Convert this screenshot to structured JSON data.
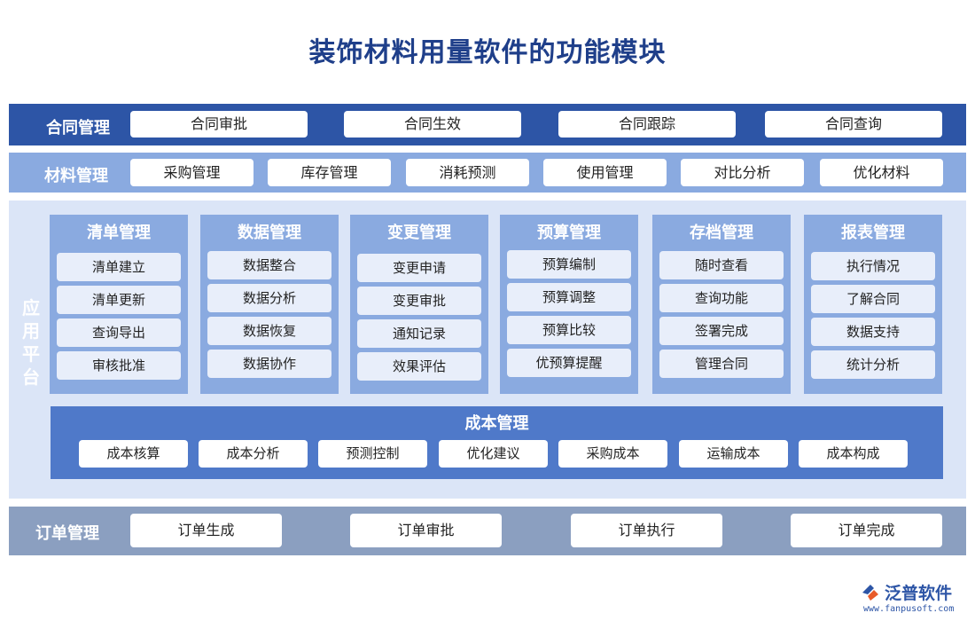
{
  "title": "装饰材料用量软件的功能模块",
  "contract": {
    "label": "合同管理",
    "items": [
      "合同审批",
      "合同生效",
      "合同跟踪",
      "合同查询"
    ]
  },
  "material": {
    "label": "材料管理",
    "items": [
      "采购管理",
      "库存管理",
      "消耗预测",
      "使用管理",
      "对比分析",
      "优化材料"
    ]
  },
  "platform": {
    "label": "应用平台",
    "label_chars": [
      "应",
      "用",
      "平",
      "台"
    ],
    "modules": [
      {
        "title": "清单管理",
        "items": [
          "清单建立",
          "清单更新",
          "查询导出",
          "审核批准"
        ]
      },
      {
        "title": "数据管理",
        "items": [
          "数据整合",
          "数据分析",
          "数据恢复",
          "数据协作"
        ]
      },
      {
        "title": "变更管理",
        "items": [
          "变更申请",
          "变更审批",
          "通知记录",
          "效果评估"
        ]
      },
      {
        "title": "预算管理",
        "items": [
          "预算编制",
          "预算调整",
          "预算比较",
          "优预算提醒"
        ]
      },
      {
        "title": "存档管理",
        "items": [
          "随时查看",
          "查询功能",
          "签署完成",
          "管理合同"
        ]
      },
      {
        "title": "报表管理",
        "items": [
          "执行情况",
          "了解合同",
          "数据支持",
          "统计分析"
        ]
      }
    ],
    "cost": {
      "title": "成本管理",
      "items": [
        "成本核算",
        "成本分析",
        "预测控制",
        "优化建议",
        "采购成本",
        "运输成本",
        "成本构成"
      ]
    }
  },
  "order": {
    "label": "订单管理",
    "items": [
      "订单生成",
      "订单审批",
      "订单执行",
      "订单完成"
    ]
  },
  "logo": {
    "name": "泛普软件",
    "url": "www.fanpusoft.com",
    "icon": "fanpu-logo-icon"
  },
  "colors": {
    "title": "#1f3f8a",
    "contract_band": "#2d55a6",
    "material_band": "#8aaae0",
    "platform_bg": "#dbe5f7",
    "module_bg": "#8aaae0",
    "cost_band": "#4f79c9",
    "order_band": "#8b9fc0"
  }
}
